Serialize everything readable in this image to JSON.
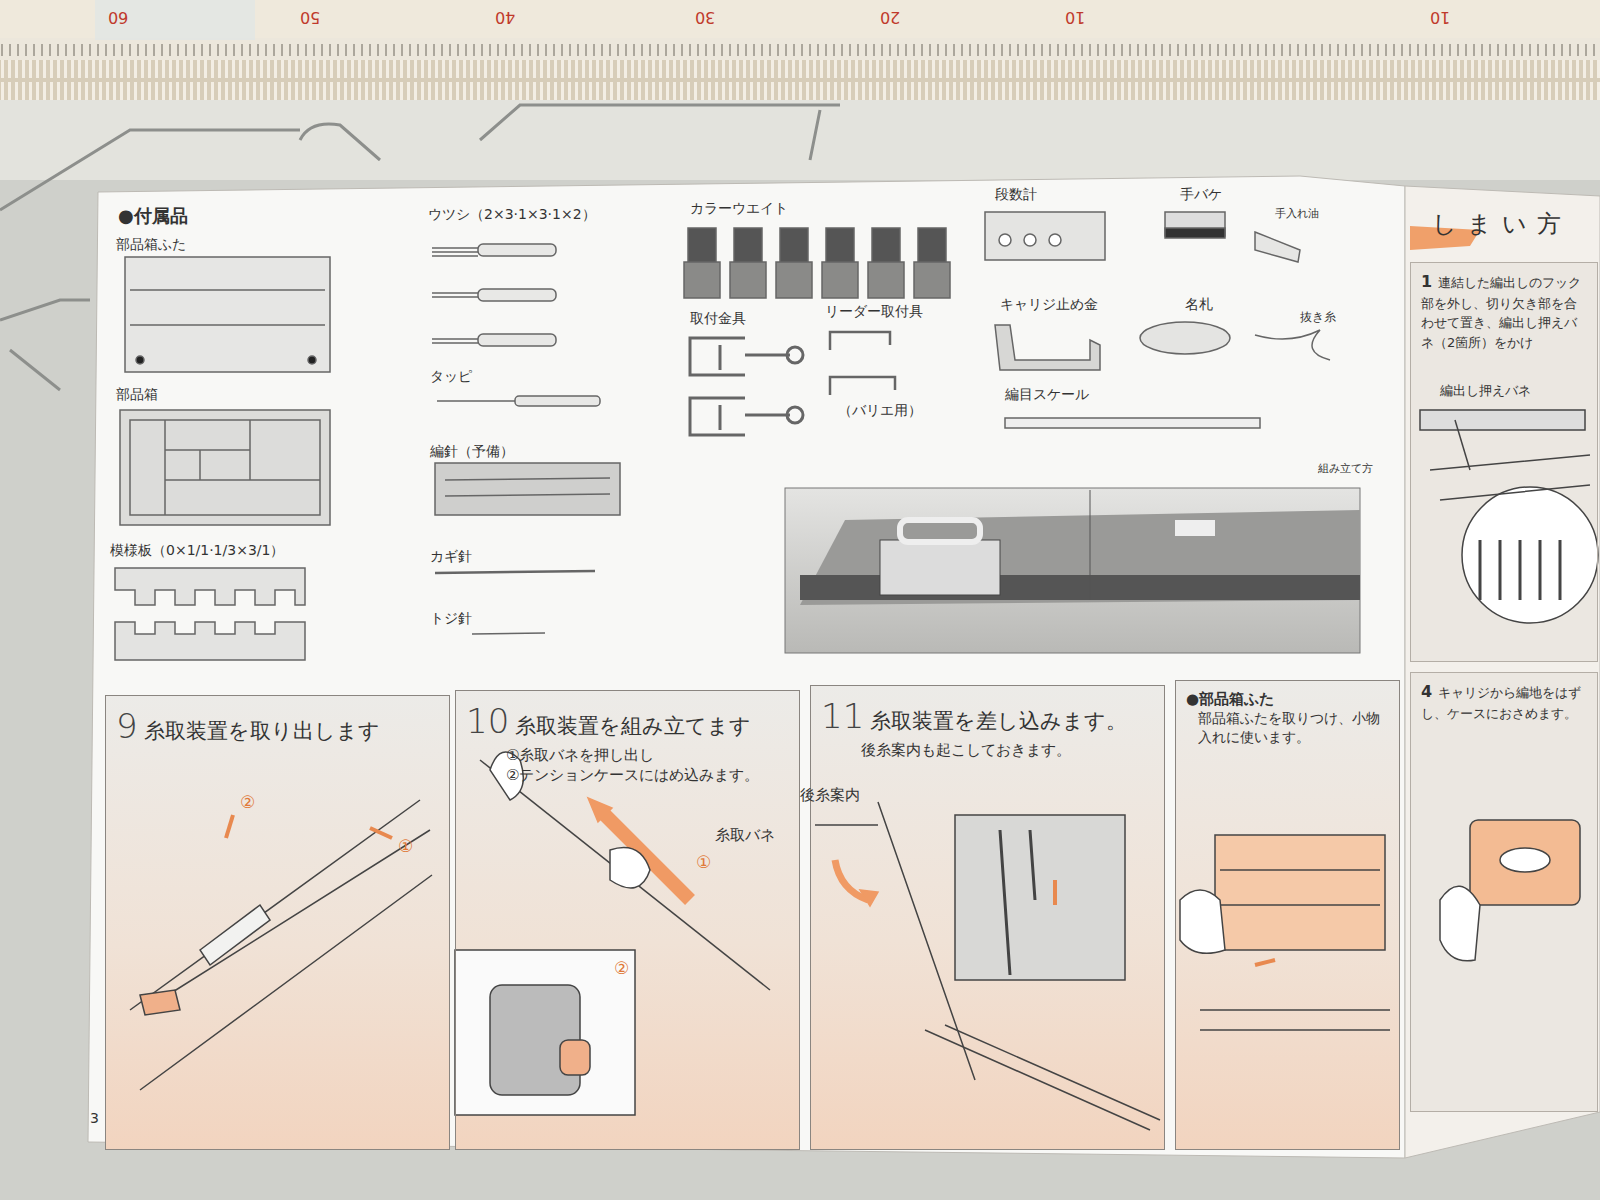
{
  "diagram": {
    "nodes": [
      {
        "text": [
          "9",
          "糸取装置を取り出します"
        ]
      },
      {
        "text": [
          "10",
          "糸取装置を組み立てます",
          "①糸取バネを押し出し",
          "②テンションケースにはめ込みます。"
        ]
      },
      {
        "text": [
          "11",
          "糸取装置を差し込みます。",
          "後糸案内も起こしておきます。"
        ]
      },
      {
        "text": [
          "●部品箱ふた",
          "部品箱ふたを取りつけ、小物入れに使います。"
        ]
      },
      {
        "text": [
          "1",
          "連結した編出しのフック部を外し、切り欠き部を合わせて置き、編出し押えバネ（2箇所）をかけ"
        ]
      },
      {
        "text": [
          "4",
          "キャリジから編地をはずし、ケースにおさめます。"
        ]
      }
    ],
    "labels": [
      "60",
      "50",
      "40",
      "30",
      "20",
      "10",
      "10",
      "●付属品",
      "部品箱ふた",
      "部品箱",
      "模様板（0×1/1·1/3×3/1）",
      "ウツシ（2×3·1×3·1×2）",
      "タッピ",
      "編針（予備）",
      "カギ針",
      "トジ針",
      "カラーウエイト",
      "取付金具",
      "リーダー取付具",
      "（バリエ用）",
      "段数計",
      "手バケ",
      "手入れ油",
      "キャリジ止め金",
      "名札",
      "抜き糸",
      "編目スケール",
      "組み立て方",
      "しまい方",
      "②",
      "①",
      "糸取バネ",
      "①",
      "②",
      "後糸案内",
      "編出し押えバネ",
      "3"
    ]
  }
}
